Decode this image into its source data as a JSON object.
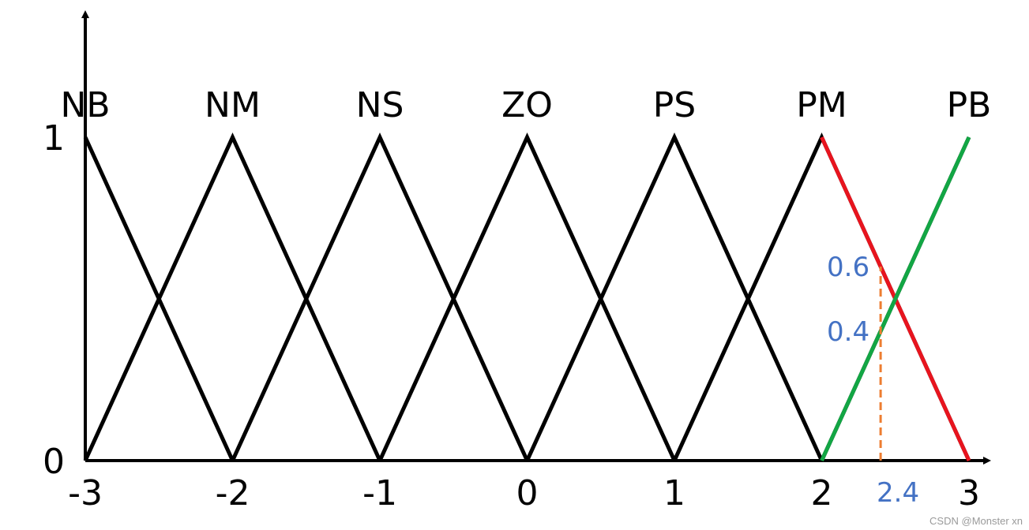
{
  "chart_data": {
    "type": "line",
    "x_ticks": [
      "-3",
      "-2",
      "-1",
      "0",
      "1",
      "2",
      "3"
    ],
    "y_ticks": [
      "0",
      "1"
    ],
    "sets": [
      {
        "name": "NB",
        "points": [
          [
            -3,
            1
          ],
          [
            -2,
            0
          ]
        ]
      },
      {
        "name": "NM",
        "points": [
          [
            -3,
            0
          ],
          [
            -2,
            1
          ],
          [
            -1,
            0
          ]
        ]
      },
      {
        "name": "NS",
        "points": [
          [
            -2,
            0
          ],
          [
            -1,
            1
          ],
          [
            0,
            0
          ]
        ]
      },
      {
        "name": "ZO",
        "points": [
          [
            -1,
            0
          ],
          [
            0,
            1
          ],
          [
            1,
            0
          ]
        ]
      },
      {
        "name": "PS",
        "points": [
          [
            0,
            0
          ],
          [
            1,
            1
          ],
          [
            2,
            0
          ]
        ]
      },
      {
        "name": "PM",
        "points": [
          [
            1,
            0
          ],
          [
            2,
            1
          ],
          [
            3,
            0
          ]
        ]
      },
      {
        "name": "PB",
        "points": [
          [
            2,
            0
          ],
          [
            3,
            1
          ]
        ]
      }
    ],
    "highlight": {
      "falling": {
        "points": [
          [
            2,
            1
          ],
          [
            3,
            0
          ]
        ],
        "color": "#e8141e"
      },
      "rising": {
        "points": [
          [
            2,
            0
          ],
          [
            3,
            1
          ]
        ],
        "color": "#12a644"
      },
      "input": {
        "x": 2.4,
        "x_label": "2.4",
        "color": "#ed7d31"
      },
      "memberships": [
        {
          "value": 0.6,
          "label": "0.6"
        },
        {
          "value": 0.4,
          "label": "0.4"
        }
      ],
      "label_color": "#4472c4"
    }
  },
  "watermark": "CSDN @Monster xn"
}
